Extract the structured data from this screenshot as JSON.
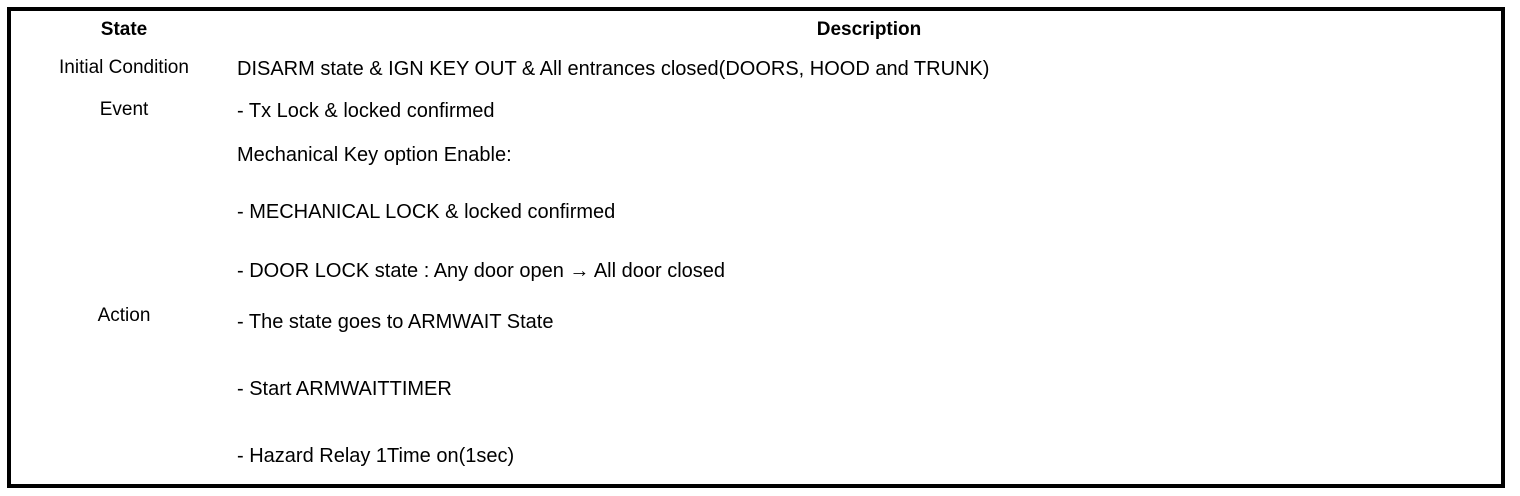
{
  "table": {
    "columns": [
      {
        "key": "state",
        "header": "State"
      },
      {
        "key": "description",
        "header": "Description"
      }
    ],
    "rows": [
      {
        "state": "Initial Condition",
        "lines": [
          "DISARM state & IGN KEY OUT & All entrances closed(DOORS, HOOD and TRUNK)"
        ]
      },
      {
        "state": "Event",
        "sub_blocks": [
          {
            "lines": [
              "-  Tx Lock & locked confirmed"
            ]
          },
          {
            "lines": [
              "Mechanical Key option Enable:",
              "-  MECHANICAL LOCK & locked confirmed",
              "-  DOOR LOCK state : Any door open → All door closed"
            ]
          }
        ]
      },
      {
        "state": "Action",
        "lines": [
          "-  The state goes to ARMWAIT State",
          "-  Start ARMWAITTIMER",
          "-  Hazard Relay 1Time on(1sec)"
        ]
      }
    ]
  },
  "style": {
    "border_color": "#000000",
    "text_color": "#000000",
    "background": "#ffffff"
  }
}
